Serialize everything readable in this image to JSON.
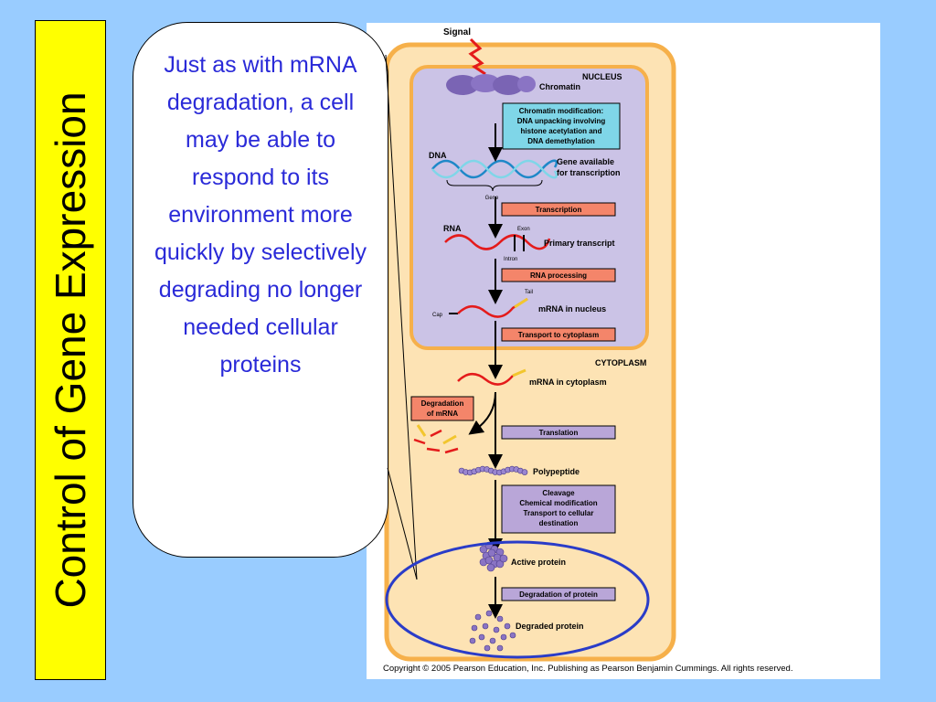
{
  "slide": {
    "title": "Control of Gene Expression",
    "callout_text": "Just as with mRNA degradation, a cell may be able to respond to its environment more quickly by selectively degrading no longer needed cellular proteins"
  },
  "diagram": {
    "signal": "Signal",
    "nucleus": "NUCLEUS",
    "chromatin": "Chromatin",
    "chromatin_mod": [
      "Chromatin modification:",
      "DNA unpacking involving",
      "histone acetylation and",
      "DNA demethylation"
    ],
    "dna": "DNA",
    "gene": "Gene",
    "gene_available": [
      "Gene available",
      "for transcription"
    ],
    "transcription": "Transcription",
    "rna": "RNA",
    "exon": "Exon",
    "intron": "Intron",
    "primary_transcript": "Primary transcript",
    "rna_processing": "RNA processing",
    "tail": "Tail",
    "cap": "Cap",
    "mrna_nucleus": "mRNA in nucleus",
    "transport": "Transport to cytoplasm",
    "cytoplasm": "CYTOPLASM",
    "mrna_cytoplasm": "mRNA in cytoplasm",
    "degradation_mrna": [
      "Degradation",
      "of mRNA"
    ],
    "translation": "Translation",
    "polypeptide": "Polypeptide",
    "cleavage": [
      "Cleavage",
      "Chemical modification",
      "Transport to cellular",
      "destination"
    ],
    "active_protein": "Active protein",
    "degradation_protein": "Degradation of protein",
    "degraded_protein": "Degraded protein",
    "copyright": "Copyright ©  2005 Pearson Education, Inc. Publishing as Pearson Benjamin Cummings. All rights reserved."
  },
  "colors": {
    "background": "#99ccff",
    "title_bar": "#ffff00",
    "callout_text": "#2a2ad8",
    "cell": "#fde3b4",
    "cell_border": "#f6b04a",
    "nucleus": "#cbc3e6",
    "nucleus_border": "#f6b04a",
    "step_blue": "#7fd6e8",
    "step_orange": "#f4856a",
    "step_purple": "#b9a6d8",
    "highlight_ellipse": "#2a3cc8"
  }
}
